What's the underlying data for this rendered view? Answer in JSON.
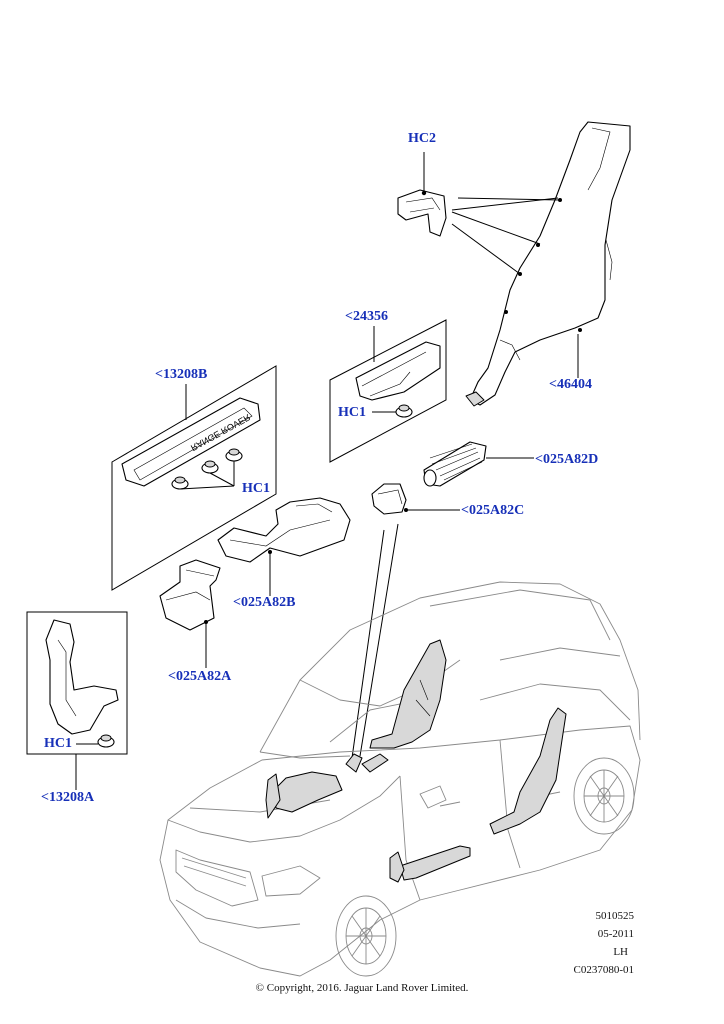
{
  "callouts": {
    "hc2": "HC2",
    "p46404": "<46404",
    "p24356": "<24356",
    "hc1_top": "HC1",
    "p13208b": "<13208B",
    "hc1_mid": "HC1",
    "p025a82d": "<025A82D",
    "p025a82c": "<025A82C",
    "p025a82b": "<025A82B",
    "p025a82a": "<025A82A",
    "hc1_left": "HC1",
    "p13208a": "<13208A"
  },
  "badge_text": "RANGE ROVER",
  "info": {
    "line1": "5010525",
    "line2": "05-2011",
    "line3": "LH",
    "line4": "C0237080-01"
  },
  "copyright": "© Copyright, 2016. Jaguar Land Rover Limited.",
  "colors": {
    "callout_text": "#1730b8",
    "line": "#000000",
    "vehicle_outline": "#8a8a8a"
  }
}
